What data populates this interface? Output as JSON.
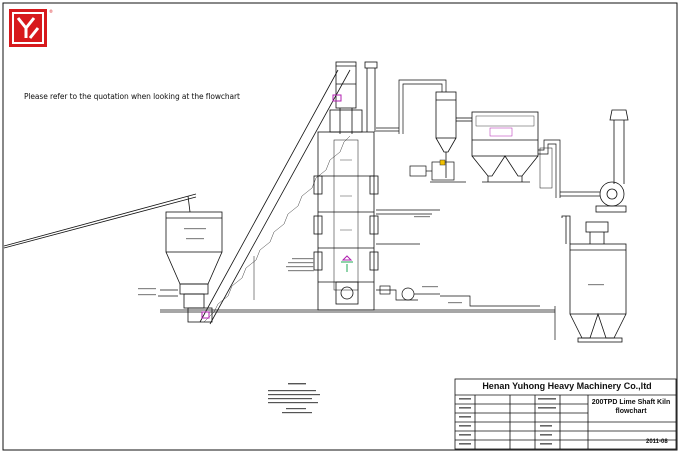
{
  "note": "Please refer to the quotation when looking at the flowchart",
  "logo": {
    "name": "yuhong-logo",
    "color": "#d7191c"
  },
  "title_block": {
    "company": "Henan Yuhong Heavy Machinery Co.,ltd",
    "drawing_title_line1": "200TPD Lime Shaft Kiln",
    "drawing_title_line2": "flowchart",
    "drawing_no": "2011-08"
  },
  "colors": {
    "line": "#111111",
    "accent_magenta": "#b01fb0",
    "accent_green": "#22aa55"
  }
}
